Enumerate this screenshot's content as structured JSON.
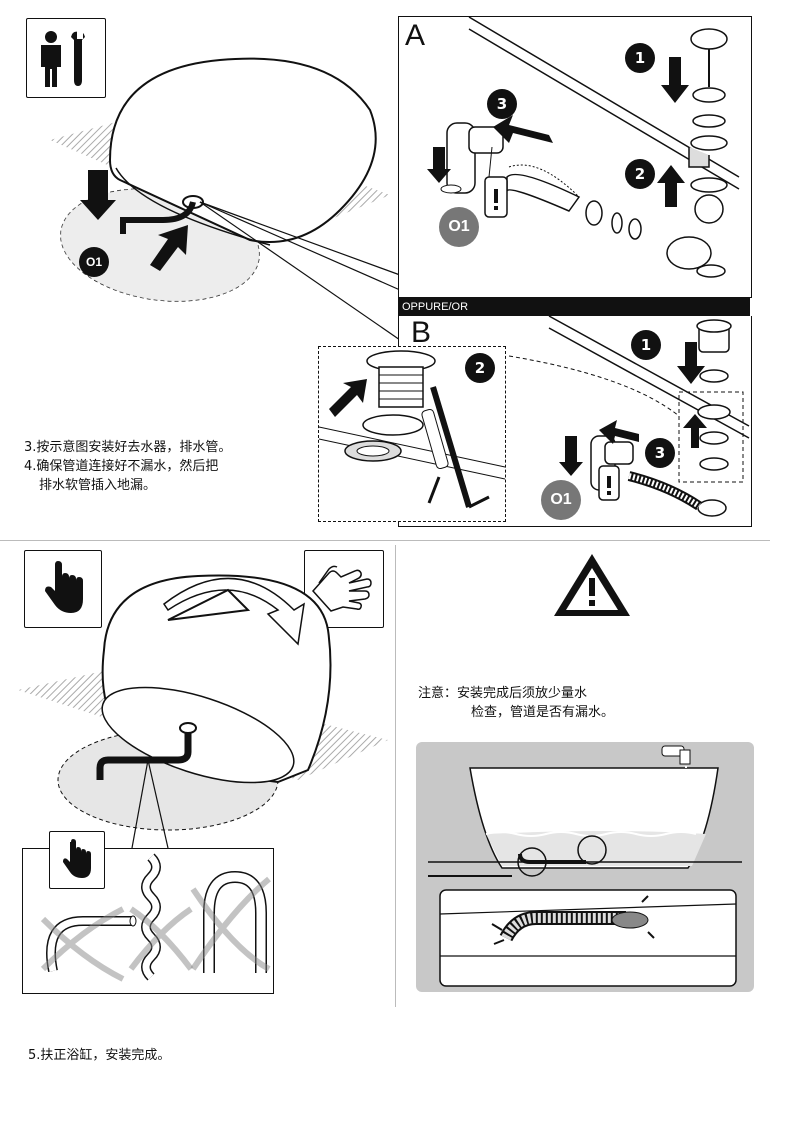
{
  "panel_a": {
    "letter": "A",
    "steps": [
      "1",
      "2",
      "3"
    ],
    "o1_label": "O1"
  },
  "banner": {
    "text": "OPPURE/OR"
  },
  "panel_b": {
    "letter": "B",
    "steps": [
      "1",
      "2",
      "3"
    ],
    "detail_step": "2",
    "o1_label": "O1"
  },
  "step_34": {
    "line1": "3.按示意图安装好去水器，排水管。",
    "line2": "4.确保管道连接好不漏水，然后把",
    "line3": "排水软管插入地漏。"
  },
  "main_o1_label": "O1",
  "warning": {
    "line1": "注意：安装完成后须放少量水",
    "line2": "检查，管道是否有漏水。"
  },
  "step_5": {
    "text": "5.扶正浴缸，安装完成。"
  },
  "colors": {
    "ink": "#111111",
    "gray_panel": "#c8c8c8",
    "floor_hatch": "#bdbdbd",
    "badge_gray": "#777777"
  },
  "icons": [
    "worker-wrench-icon",
    "hand-icon",
    "gloves-icon",
    "warning-triangle-icon",
    "faucet-icon"
  ]
}
